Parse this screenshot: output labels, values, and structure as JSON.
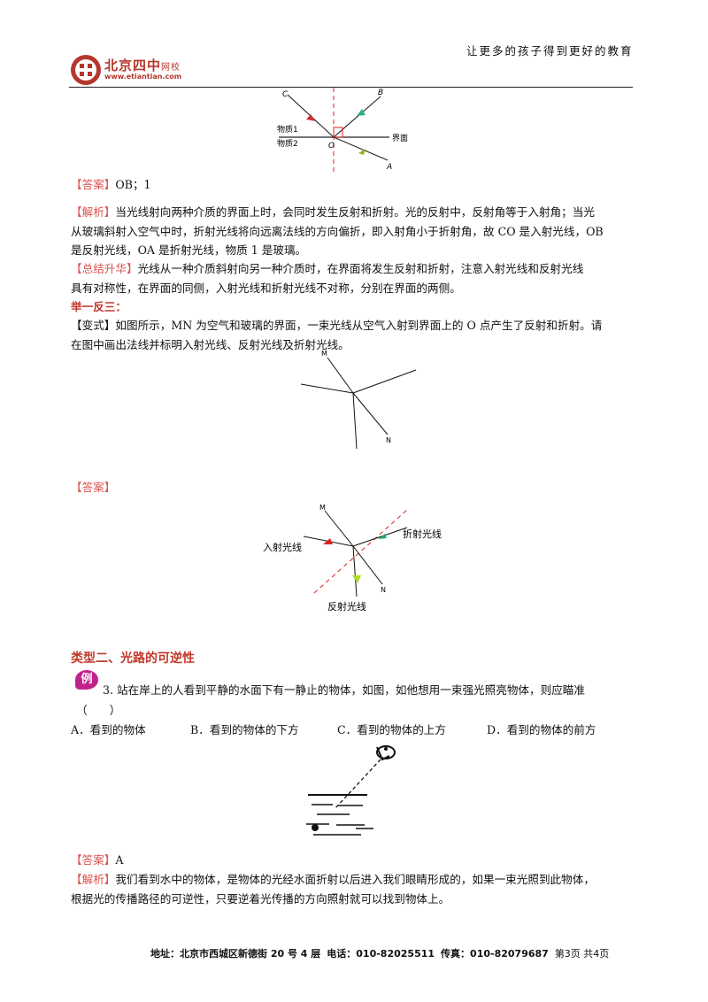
{
  "header": {
    "slogan": "让更多的孩子得到更好的教育",
    "logo_cn": "北京四中",
    "logo_cn_small": "网校",
    "logo_url": "www.etiantian.com"
  },
  "fig1": {
    "labels": {
      "C": "C",
      "B": "B",
      "O": "O",
      "A": "A",
      "medium1": "物质1",
      "medium2": "物质2",
      "interface": "界面"
    }
  },
  "answer1": {
    "tag": "【答案】",
    "text": "OB；1"
  },
  "analysis1": {
    "tag": "【解析】",
    "line1": "当光线射向两种介质的界面上时，会同时发生反射和折射。光的反射中，反射角等于入射角；当光",
    "line2": "从玻璃斜射入空气中时，折射光线将向远离法线的方向偏折，即入射角小于折射角，故 CO 是入射光线，OB",
    "line3": "是反射光线，OA 是折射光线，物质 1 是玻璃。"
  },
  "summary": {
    "tag": "【总结升华】",
    "line1": "光线从一种介质斜射向另一种介质时，在界面将发生反射和折射，注意入射光线和反射光线",
    "line2": "具有对称性，在界面的同侧，入射光线和折射光线不对称，分别在界面的两侧。"
  },
  "variant": {
    "heading": "举一反三：",
    "tag": "【变式】",
    "line1": "如图所示，MN 为空气和玻璃的界面，一束光线从空气入射到界面上的 O 点产生了反射和折射。请",
    "line2": "在图中画出法线并标明入射光线、反射光线及折射光线。"
  },
  "fig2": {
    "labels": {
      "M": "M",
      "N": "N"
    }
  },
  "answer2": {
    "tag": "【答案】"
  },
  "fig3": {
    "labels": {
      "M": "M",
      "N": "N",
      "incident": "入射光线",
      "refracted": "折射光线",
      "reflected": "反射光线"
    }
  },
  "section2": {
    "heading": "类型二、光路的可逆性",
    "badge": "例"
  },
  "question3": {
    "number": "3.",
    "line1": "站在岸上的人看到平静的水面下有一静止的物体，如图，如他想用一束强光照亮物体，则应瞄准",
    "line2": "（　　）",
    "options": [
      "A．看到的物体",
      "B．看到的物体的下方",
      "C．看到的物体的上方",
      "D．看到的物体的前方"
    ]
  },
  "answer3": {
    "tag": "【答案】",
    "text": "A"
  },
  "analysis3": {
    "tag": "【解析】",
    "line1": "我们看到水中的物体，是物体的光经水面折射以后进入我们眼睛形成的，如果一束光照到此物体，",
    "line2": "根据光的传播路径的可逆性，只要逆着光传播的方向照射就可以找到物体上。"
  },
  "footer": {
    "address": "地址：北京市西城区新德街 20 号 4 层",
    "phone": "电话：010-82025511",
    "fax": "传真：010-82079687",
    "page": "第3页  共4页"
  }
}
